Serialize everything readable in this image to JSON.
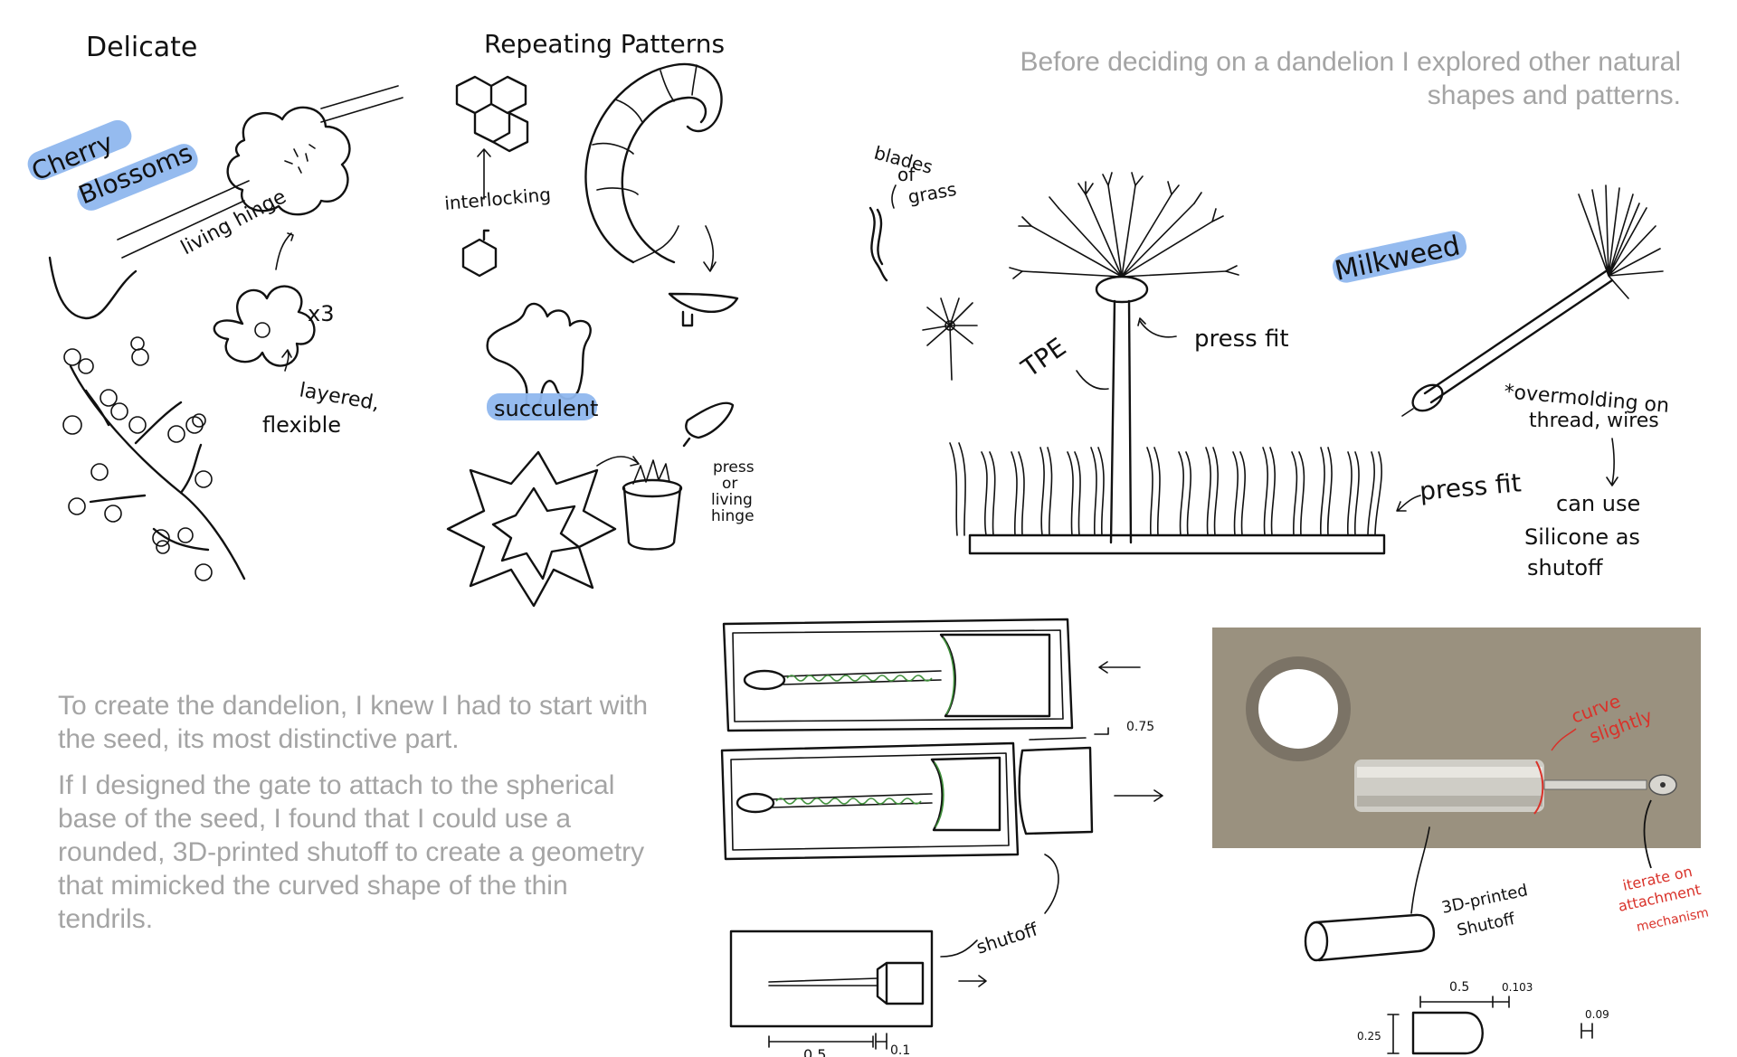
{
  "captions": {
    "intro": "Before deciding on a dandelion I explored other natural shapes and patterns.",
    "seed_start": "To create the dandelion, I knew I had to start with the seed, its most distinctive part.",
    "gate_design": "If I designed the gate to attach to the spherical base of the seed, I found that I could use a rounded, 3D-printed shutoff to create a geometry that mimicked the curved shape of the thin tendrils."
  },
  "sketch_labels": {
    "delicate": "Delicate",
    "cherry": "Cherry",
    "blossoms": "Blossoms",
    "living_hinge": "living hinge",
    "x3": "x3",
    "layered": "layered,",
    "flexible": "flexible",
    "repeating_patterns": "Repeating Patterns",
    "interlocking": "interlocking",
    "succulent": "succulent",
    "press": "press",
    "or": "or",
    "living": "living",
    "hinge": "hinge",
    "blades": "blades",
    "of": "of",
    "grass": "grass",
    "tpe": "TPE",
    "press_fit_top": "press fit",
    "press_fit_bottom": "press fit",
    "milkweed": "Milkweed",
    "overmolding": "*overmolding on",
    "thread_wires": "thread, wires",
    "can_use": "can use",
    "silicone_as": "Silicone as",
    "shutoff_note": "shutoff",
    "dim_075": "0.75",
    "shutoff_label": "shutoff",
    "dim_05_left": "0.5",
    "dim_01": "0.1",
    "curve": "curve",
    "slightly": "slightly",
    "printed_3d": "3D-printed",
    "shutoff_3d": "Shutoff",
    "iterate_on": "iterate on",
    "attachment": "attachment",
    "mechanism": "mechanism",
    "dim_05_right": "0.5",
    "dim_0103": "0.103",
    "dim_025": "0.25",
    "dim_009": "0.09"
  },
  "colors": {
    "caption": "#a4a4a4",
    "highlight": "#8fb7ee",
    "ink": "#111111",
    "render_bg": "#9a917f",
    "annotation_red": "#d9322a",
    "green_fill": "#3f8f3a"
  }
}
